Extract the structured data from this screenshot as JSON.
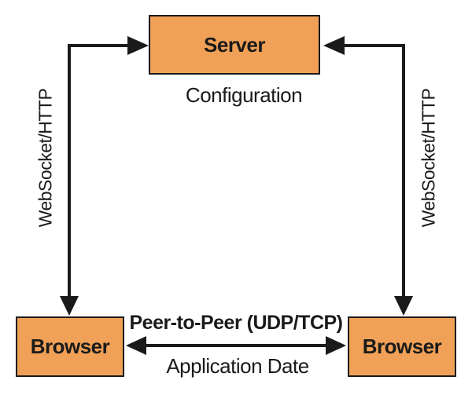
{
  "diagram": {
    "nodes": {
      "server": {
        "label": "Server"
      },
      "browser_left": {
        "label": "Browser"
      },
      "browser_right": {
        "label": "Browser"
      }
    },
    "labels": {
      "configuration": "Configuration",
      "websocket_left": "WebSocket/HTTP",
      "websocket_right": "WebSocket/HTTP",
      "peer_to_peer": "Peer-to-Peer (UDP/TCP)",
      "application_data": "Application Date"
    },
    "colors": {
      "node_fill": "#f1a157",
      "node_border": "#1a1a1a",
      "arrow": "#1a1a1a",
      "background": "#ffffff"
    }
  }
}
